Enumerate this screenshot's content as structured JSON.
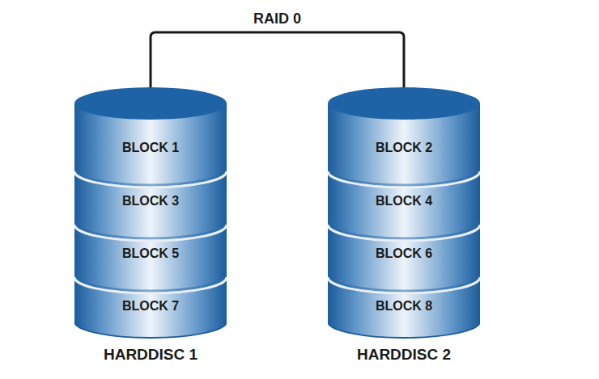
{
  "diagram": {
    "nodes": [
      {
        "text": [
          "HARDDISC 1"
        ]
      },
      {
        "text": [
          "BLOCK 1"
        ],
        "in": 0
      },
      {
        "text": [
          "BLOCK 3"
        ],
        "in": 0
      },
      {
        "text": [
          "BLOCK 5"
        ],
        "in": 0
      },
      {
        "text": [
          "BLOCK 7"
        ],
        "in": 0
      },
      {
        "text": [
          "HARDDISC 2"
        ]
      },
      {
        "text": [
          "BLOCK 2"
        ],
        "in": 5
      },
      {
        "text": [
          "BLOCK 4"
        ],
        "in": 5
      },
      {
        "text": [
          "BLOCK 6"
        ],
        "in": 5
      },
      {
        "text": [
          "BLOCK 8"
        ],
        "in": 5
      }
    ],
    "edges": [
      {
        "from": 0,
        "to": 5,
        "arrow": "none",
        "label": "RAID 0"
      }
    ]
  }
}
